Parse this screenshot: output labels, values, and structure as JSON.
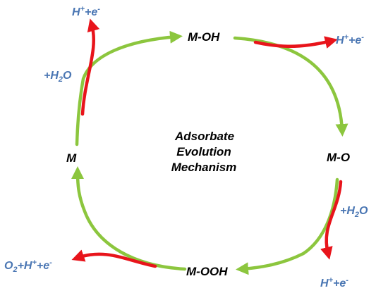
{
  "diagram": {
    "center_title": [
      "Adsorbate",
      "Evolution",
      "Mechanism"
    ],
    "nodes": {
      "m": "M",
      "m_oh": "M-OH",
      "m_o": "M-O",
      "m_ooh": "M-OOH"
    },
    "h2o_label": {
      "plus": "+H",
      "sub": "2",
      "o": "O"
    },
    "proton_electron": {
      "h": "H",
      "sup": "+",
      "e": "+e",
      "esup": "-"
    },
    "o2_label": {
      "o": "O",
      "sub": "2",
      "h": "+H",
      "sup": "+",
      "e": "+e",
      "esup": "-"
    },
    "colors": {
      "cycle": "#8cc63e",
      "release": "#e8141b",
      "species_text": "#4a76b3"
    }
  }
}
